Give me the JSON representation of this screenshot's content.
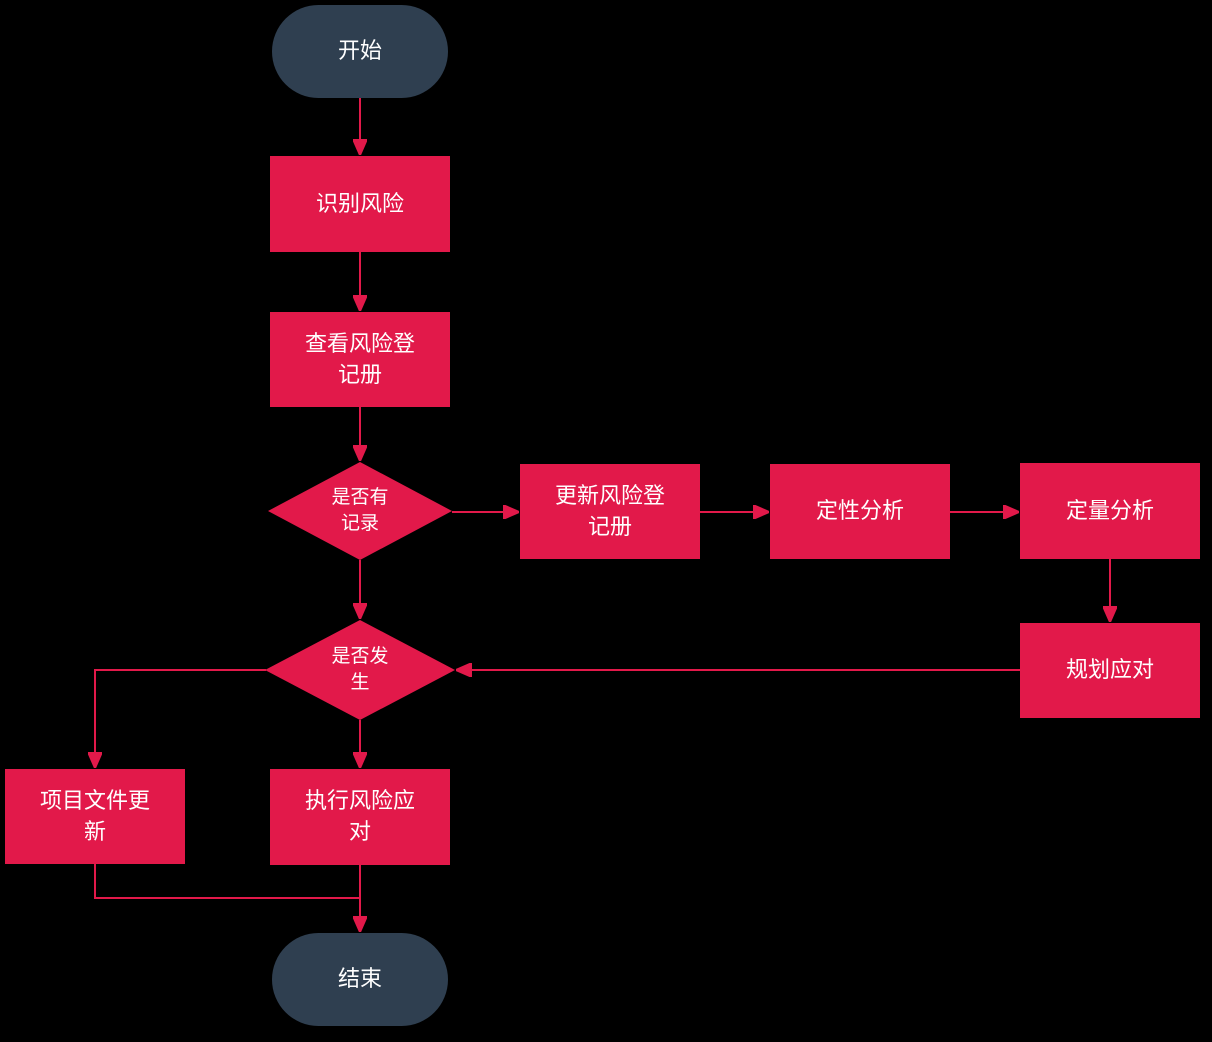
{
  "flowchart": {
    "description": "risk-management-process-flowchart",
    "colors": {
      "background": "#000000",
      "process_fill": "#e2194a",
      "decision_fill": "#e2194a",
      "terminator_fill": "#2f3f50",
      "connector": "#e2194a",
      "text": "#ffffff"
    },
    "nodes": {
      "start": {
        "label": "开始",
        "type": "terminator"
      },
      "identify_risk": {
        "label": "识别风险",
        "type": "process"
      },
      "check_register": {
        "label": "查看风险登\n记册",
        "type": "process"
      },
      "has_record": {
        "label": "是否有\n记录",
        "type": "decision"
      },
      "update_register": {
        "label": "更新风险登\n记册",
        "type": "process"
      },
      "qualitative_analysis": {
        "label": "定性分析",
        "type": "process"
      },
      "quantitative_analysis": {
        "label": "定量分析",
        "type": "process"
      },
      "plan_response": {
        "label": "规划应对",
        "type": "process"
      },
      "occurred": {
        "label": "是否发\n生",
        "type": "decision"
      },
      "project_docs_update": {
        "label": "项目文件更\n新",
        "type": "process"
      },
      "execute_response": {
        "label": "执行风险应\n对",
        "type": "process"
      },
      "end": {
        "label": "结束",
        "type": "terminator"
      }
    },
    "edges": [
      {
        "from": "start",
        "to": "identify_risk"
      },
      {
        "from": "identify_risk",
        "to": "check_register"
      },
      {
        "from": "check_register",
        "to": "has_record"
      },
      {
        "from": "has_record",
        "to": "update_register"
      },
      {
        "from": "update_register",
        "to": "qualitative_analysis"
      },
      {
        "from": "qualitative_analysis",
        "to": "quantitative_analysis"
      },
      {
        "from": "quantitative_analysis",
        "to": "plan_response"
      },
      {
        "from": "plan_response",
        "to": "occurred"
      },
      {
        "from": "has_record",
        "to": "occurred"
      },
      {
        "from": "occurred",
        "to": "project_docs_update"
      },
      {
        "from": "occurred",
        "to": "execute_response"
      },
      {
        "from": "project_docs_update",
        "to": "end"
      },
      {
        "from": "execute_response",
        "to": "end"
      }
    ]
  }
}
